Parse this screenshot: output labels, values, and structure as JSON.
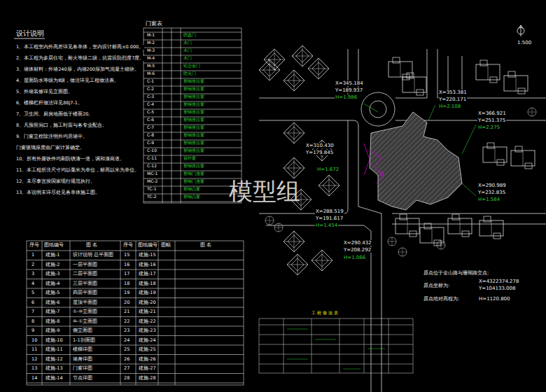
{
  "diagram": {
    "labels": [
      "设计说明",
      "1、本工程室内外高差详见各单体，室内设计标高±0.000。",
      "2、本工程为多层住宅，耐火等级二级，抗震设防烈度7度。",
      "3、墙体材料：外墙240厚，内墙200厚加气混凝土砌块。",
      "4、屋面防水等级为Ⅱ级，做法详见工程做法表。",
      "5、外墙装修详见立面图。",
      "6、楼梯栏杆做法详见88J7-1。",
      "7、卫生间、厨房地面低于楼面20。",
      "8、凡预留洞口，施工时应与各专业配合。",
      "9、门窗立樘除注明外均居墙中。",
      "门窗玻璃厚度由厂家计算确定。",
      "10、所有外露铁件均刷防锈漆一道，调和漆两道。",
      "11、本工程所注尺寸均以毫米为单位，标高以米为单位。",
      "12、未尽事宜按国家现行规范执行。",
      "13、本说明未详尽处见各单体施工图。",
      "门窗表",
      "M-1",
      "防盗门",
      "M-2",
      "木门",
      "M-3",
      "木门",
      "M-4",
      "木门",
      "M-5",
      "铝合金门",
      "M-6",
      "防火门",
      "C-1",
      "塑钢推拉窗",
      "C-2",
      "塑钢推拉窗",
      "C-3",
      "塑钢推拉窗",
      "C-4",
      "塑钢推拉窗",
      "C-5",
      "塑钢推拉窗",
      "C-6",
      "塑钢推拉窗",
      "C-7",
      "塑钢推拉窗",
      "C-8",
      "塑钢推拉窗",
      "C-9",
      "塑钢推拉窗",
      "C-10",
      "塑钢推拉窗",
      "C-11",
      "百叶窗",
      "C-12",
      "塑钢推拉窗",
      "MC-1",
      "塑钢门连窗",
      "MC-2",
      "塑钢门连窗",
      "TC-1",
      "塑钢凸窗",
      "TC-2",
      "塑钢凸窗",
      "序号",
      "图纸编号",
      "图 名",
      "序号",
      "图纸编号",
      "图幅",
      "图 名",
      "1",
      "建施-1",
      "设计说明 总平面图",
      "15",
      "建施-15",
      "2",
      "建施-2",
      "一层平面图",
      "16",
      "建施-16",
      "3",
      "建施-3",
      "二层平面图",
      "17",
      "建施-17",
      "4",
      "建施-4",
      "三层平面图",
      "18",
      "建施-18",
      "5",
      "建施-5",
      "四层平面图",
      "19",
      "建施-19",
      "6",
      "建施-6",
      "屋顶平面图",
      "20",
      "建施-20",
      "7",
      "建施-7",
      "①-⑩立面图",
      "21",
      "建施-21",
      "8",
      "建施-8",
      "⑩-①立面图",
      "22",
      "建施-22",
      "9",
      "建施-9",
      "侧立面图",
      "23",
      "建施-23",
      "10",
      "建施-10",
      "1-1剖面图",
      "24",
      "建施-24",
      "11",
      "建施-11",
      "楼梯详图",
      "25",
      "建施-25",
      "12",
      "建施-12",
      "墙身详图",
      "26",
      "建施-26",
      "13",
      "建施-13",
      "门窗详图",
      "27",
      "建施-27",
      "14",
      "建施-14",
      "节点详图",
      "28",
      "建施-28",
      "1:500",
      "X=345.184",
      "Y=189.937",
      "H=1.986",
      "X=353.381",
      "Y=220.171",
      "H=2.108",
      "X=366.921",
      "Y=251.375",
      "H=2.275",
      "X=310.430",
      "Y=179.845",
      "H=1.672",
      "X=290.989",
      "Y=232.835",
      "H=1.584",
      "X=288.519",
      "Y=191.617",
      "H=1.454",
      "X=290.432",
      "Y=208.292",
      "H=1.066",
      "原点位于金山路与珊瑚路交点:",
      "原点坐标为:",
      "X=4322374.278",
      "Y=104133.008",
      "原点绝对高程为:",
      "H=1120.800",
      "工 程 做 法 表",
      "模型组"
    ]
  }
}
